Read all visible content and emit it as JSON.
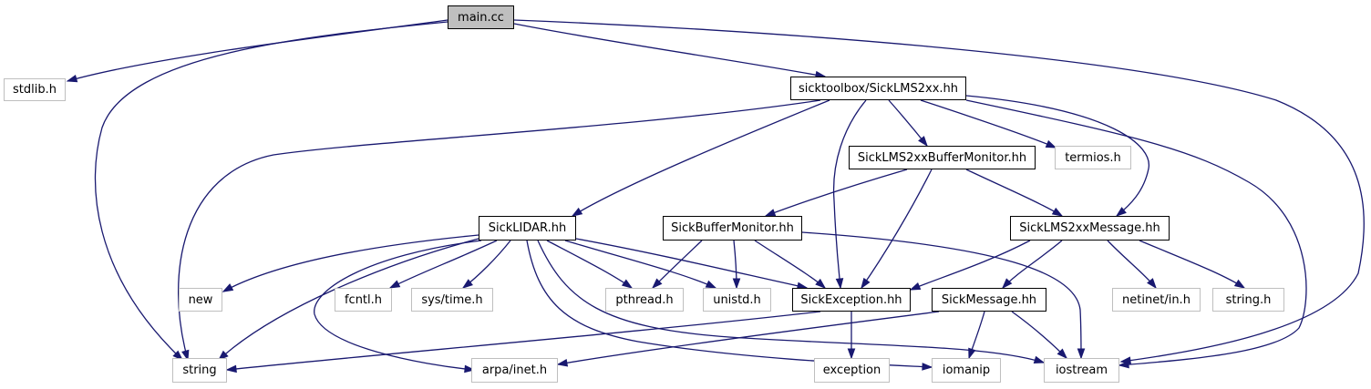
{
  "graph": {
    "edge_color": "#191970",
    "root_fill": "#bfbfbf",
    "strong_border": "#000000",
    "weak_border": "#bfbfbf",
    "nodes": [
      {
        "id": "main_cc",
        "label": "main.cc",
        "style": "root"
      },
      {
        "id": "stdlib_h",
        "label": "stdlib.h",
        "style": "weak"
      },
      {
        "id": "sick_lms2xx_hh",
        "label": "sicktoolbox/SickLMS2xx.hh",
        "style": "strong"
      },
      {
        "id": "buffer_monitor_lms_hh",
        "label": "SickLMS2xxBufferMonitor.hh",
        "style": "strong"
      },
      {
        "id": "termios_h",
        "label": "termios.h",
        "style": "weak"
      },
      {
        "id": "sick_lidar_hh",
        "label": "SickLIDAR.hh",
        "style": "strong"
      },
      {
        "id": "sick_buffer_monitor_hh",
        "label": "SickBufferMonitor.hh",
        "style": "strong"
      },
      {
        "id": "lms2xx_message_hh",
        "label": "SickLMS2xxMessage.hh",
        "style": "strong"
      },
      {
        "id": "new",
        "label": "new",
        "style": "weak"
      },
      {
        "id": "fcntl_h",
        "label": "fcntl.h",
        "style": "weak"
      },
      {
        "id": "sys_time_h",
        "label": "sys/time.h",
        "style": "weak"
      },
      {
        "id": "pthread_h",
        "label": "pthread.h",
        "style": "weak"
      },
      {
        "id": "unistd_h",
        "label": "unistd.h",
        "style": "weak"
      },
      {
        "id": "sick_exception_hh",
        "label": "SickException.hh",
        "style": "strong"
      },
      {
        "id": "sick_message_hh",
        "label": "SickMessage.hh",
        "style": "strong"
      },
      {
        "id": "netinet_in_h",
        "label": "netinet/in.h",
        "style": "weak"
      },
      {
        "id": "string_h",
        "label": "string.h",
        "style": "weak"
      },
      {
        "id": "string",
        "label": "string",
        "style": "weak"
      },
      {
        "id": "arpa_inet_h",
        "label": "arpa/inet.h",
        "style": "weak"
      },
      {
        "id": "exception",
        "label": "exception",
        "style": "weak"
      },
      {
        "id": "iomanip",
        "label": "iomanip",
        "style": "weak"
      },
      {
        "id": "iostream",
        "label": "iostream",
        "style": "weak"
      }
    ],
    "edges": [
      [
        "main_cc",
        "stdlib_h"
      ],
      [
        "main_cc",
        "sick_lms2xx_hh"
      ],
      [
        "main_cc",
        "string"
      ],
      [
        "main_cc",
        "iostream"
      ],
      [
        "sick_lms2xx_hh",
        "string"
      ],
      [
        "sick_lms2xx_hh",
        "sick_lidar_hh"
      ],
      [
        "sick_lms2xx_hh",
        "sick_exception_hh"
      ],
      [
        "sick_lms2xx_hh",
        "buffer_monitor_lms_hh"
      ],
      [
        "sick_lms2xx_hh",
        "termios_h"
      ],
      [
        "sick_lms2xx_hh",
        "lms2xx_message_hh"
      ],
      [
        "sick_lms2xx_hh",
        "iostream"
      ],
      [
        "buffer_monitor_lms_hh",
        "sick_buffer_monitor_hh"
      ],
      [
        "buffer_monitor_lms_hh",
        "sick_exception_hh"
      ],
      [
        "buffer_monitor_lms_hh",
        "lms2xx_message_hh"
      ],
      [
        "sick_lidar_hh",
        "new"
      ],
      [
        "sick_lidar_hh",
        "string"
      ],
      [
        "sick_lidar_hh",
        "fcntl_h"
      ],
      [
        "sick_lidar_hh",
        "sys_time_h"
      ],
      [
        "sick_lidar_hh",
        "pthread_h"
      ],
      [
        "sick_lidar_hh",
        "unistd_h"
      ],
      [
        "sick_lidar_hh",
        "sick_exception_hh"
      ],
      [
        "sick_lidar_hh",
        "arpa_inet_h"
      ],
      [
        "sick_lidar_hh",
        "iomanip"
      ],
      [
        "sick_lidar_hh",
        "iostream"
      ],
      [
        "sick_buffer_monitor_hh",
        "pthread_h"
      ],
      [
        "sick_buffer_monitor_hh",
        "unistd_h"
      ],
      [
        "sick_buffer_monitor_hh",
        "sick_exception_hh"
      ],
      [
        "sick_buffer_monitor_hh",
        "iostream"
      ],
      [
        "lms2xx_message_hh",
        "sick_exception_hh"
      ],
      [
        "lms2xx_message_hh",
        "sick_message_hh"
      ],
      [
        "lms2xx_message_hh",
        "netinet_in_h"
      ],
      [
        "lms2xx_message_hh",
        "string_h"
      ],
      [
        "sick_exception_hh",
        "string"
      ],
      [
        "sick_exception_hh",
        "exception"
      ],
      [
        "sick_message_hh",
        "arpa_inet_h"
      ],
      [
        "sick_message_hh",
        "iomanip"
      ],
      [
        "sick_message_hh",
        "iostream"
      ]
    ]
  }
}
